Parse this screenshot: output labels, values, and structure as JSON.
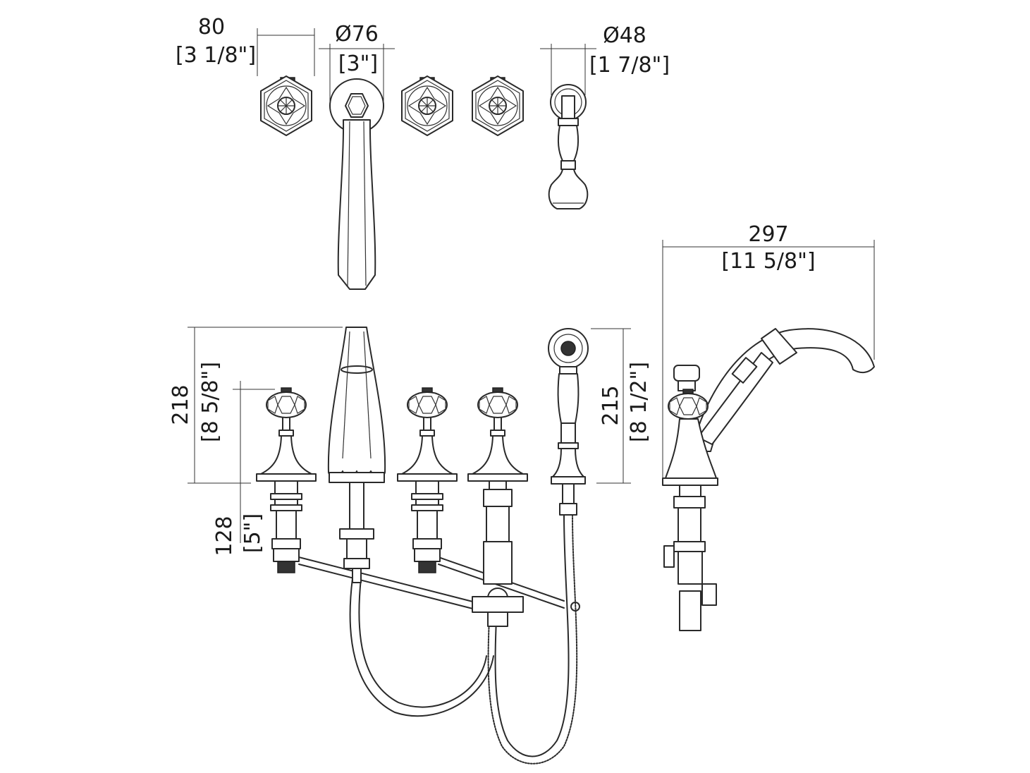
{
  "dimensions": {
    "handle_width": {
      "mm": "80",
      "inch": "[3 1/8\"]"
    },
    "spout_diameter": {
      "mm": "Ø76",
      "inch": "[3\"]"
    },
    "handshower_diameter": {
      "mm": "Ø48",
      "inch": "[1 7/8\"]"
    },
    "side_depth": {
      "mm": "297",
      "inch": "[11 5/8\"]"
    },
    "spout_height": {
      "mm": "218",
      "inch": "[8 5/8\"]"
    },
    "handle_height": {
      "mm": "128",
      "inch": "[5\"]"
    },
    "handshower_height": {
      "mm": "215",
      "inch": "[8 1/2\"]"
    }
  },
  "colors": {
    "line": "#2a2a2a",
    "background": "#ffffff"
  }
}
